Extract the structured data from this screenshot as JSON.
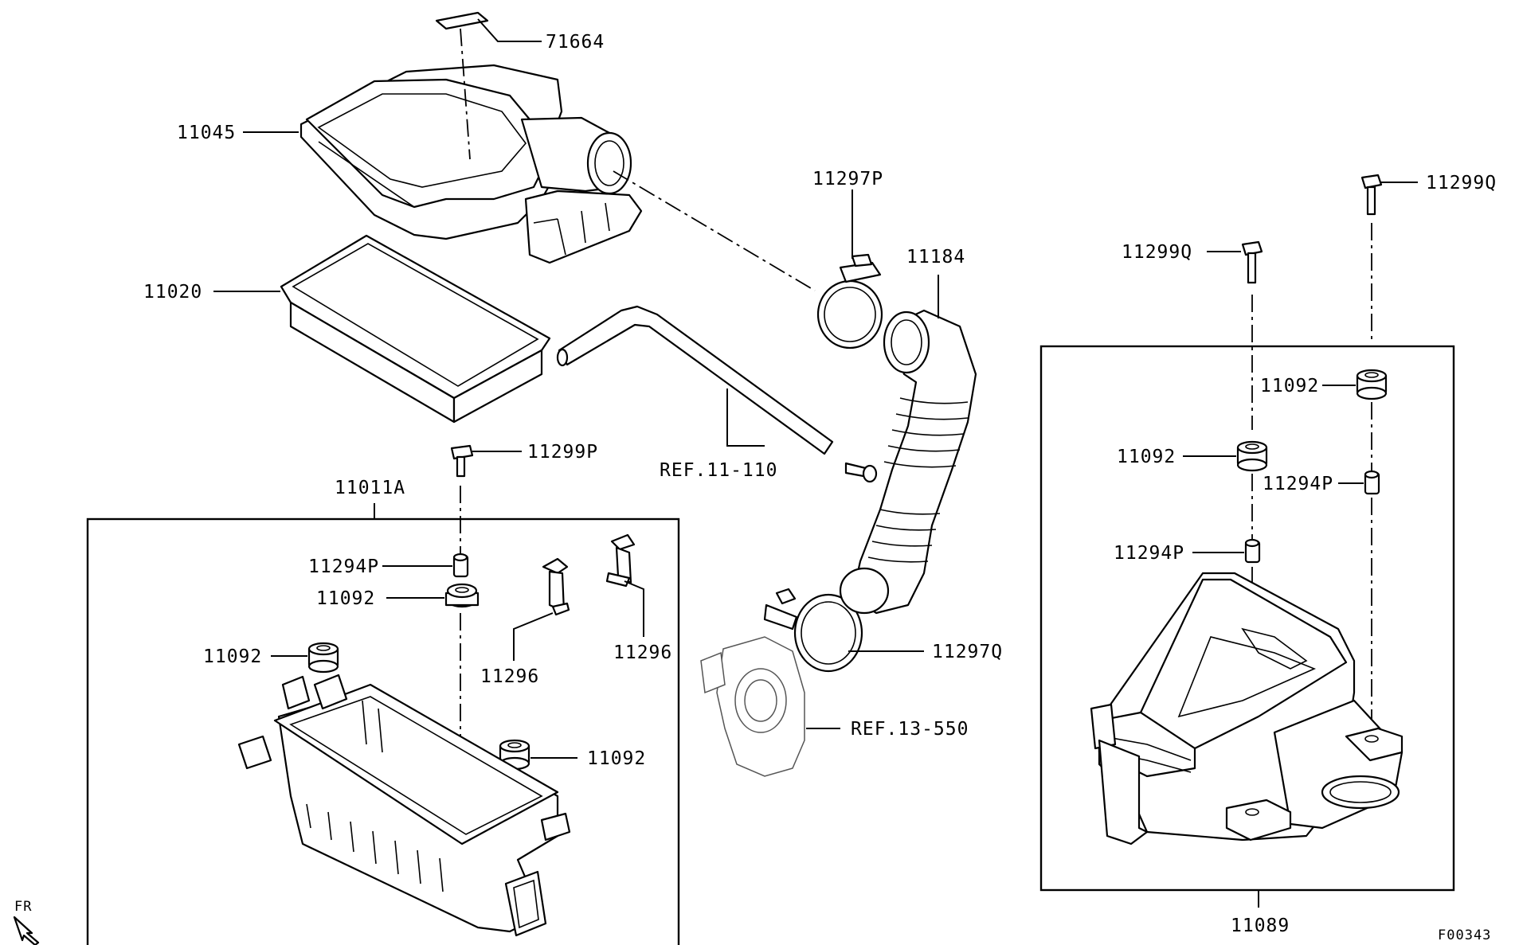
{
  "diagram_code": "F00343",
  "direction_label": "FR",
  "callouts": {
    "c71664": "71664",
    "c11045": "11045",
    "c11020": "11020",
    "c11297P": "11297P",
    "c11184": "11184",
    "c11299P": "11299P",
    "c11011A": "11011A",
    "cref11110": "REF.11-110",
    "c11294P_left": "11294P",
    "c11092_left_top": "11092",
    "c11296_a": "11296",
    "c11296_b": "11296",
    "c11092_left_mid": "11092",
    "c11092_left_low": "11092",
    "c11297Q": "11297Q",
    "cref13550": "REF.13-550",
    "c11299Q_top": "11299Q",
    "c11299Q_mid": "11299Q",
    "c11092_right_a": "11092",
    "c11092_right_b": "11092",
    "c11294P_right_a": "11294P",
    "c11294P_right_b": "11294P",
    "c11089": "11089"
  }
}
